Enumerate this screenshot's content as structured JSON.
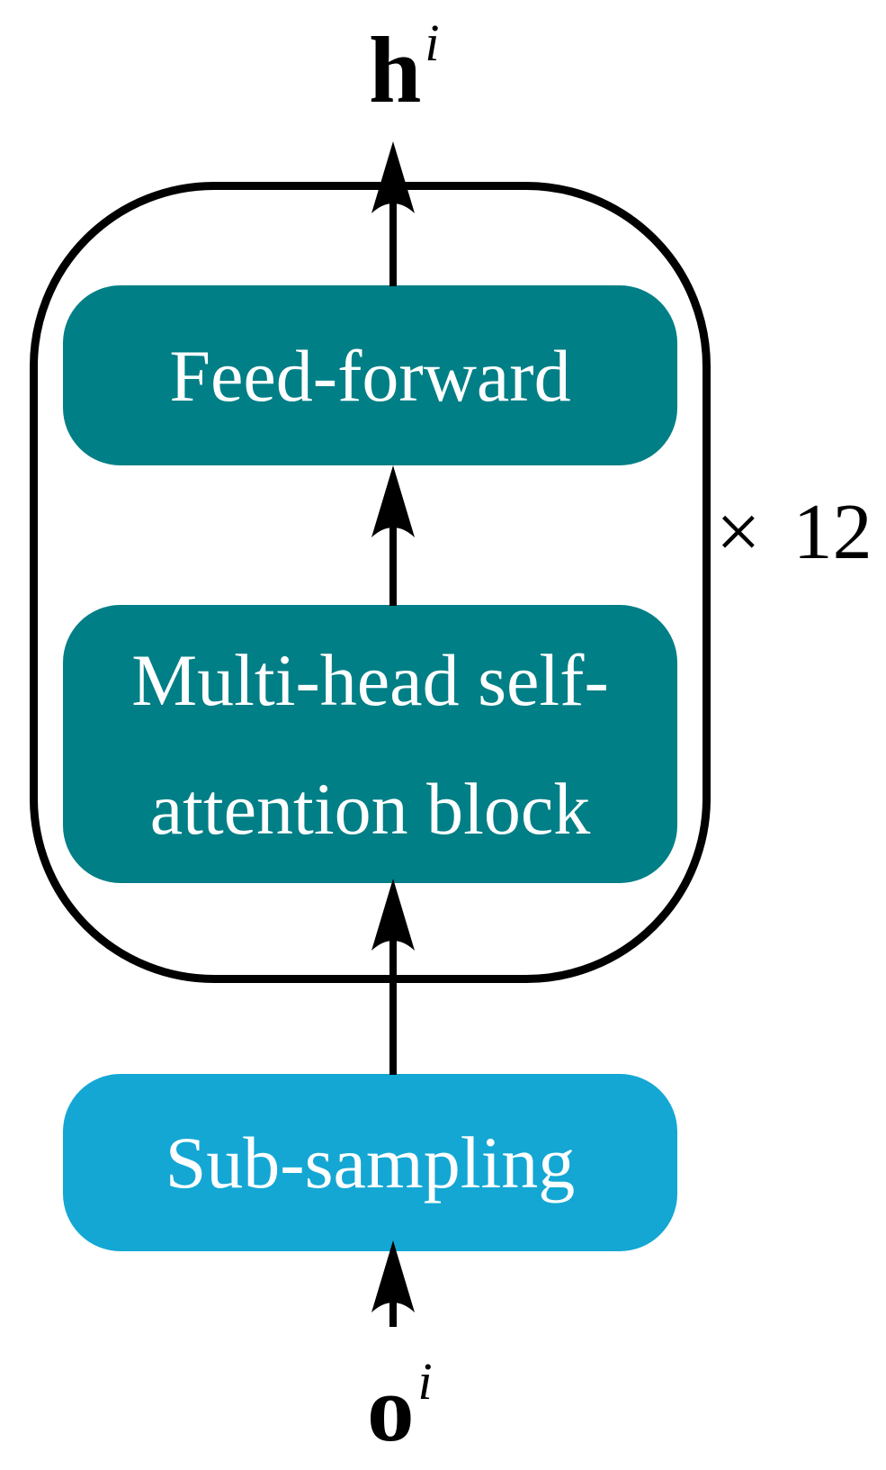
{
  "diagram_type": "neural-network-encoder-block-diagram",
  "labels": {
    "output_base": "h",
    "output_sup": "i",
    "input_base": "o",
    "input_sup": "i",
    "repeat": "× 12",
    "feed_forward": "Feed-forward",
    "attention_line1": "Multi-head self-",
    "attention_line2": "attention block",
    "subsampling": "Sub-sampling"
  },
  "colors": {
    "block_teal": "#007f86",
    "block_cyan": "#14a7d4",
    "outline": "#000000",
    "block_text": "#ffffff",
    "label_text": "#000000"
  },
  "flow": [
    "input o^i",
    "Sub-sampling",
    "Multi-head self-attention block",
    "Feed-forward",
    "output h^i"
  ],
  "loop": {
    "contains": [
      "Multi-head self-attention block",
      "Feed-forward"
    ],
    "repetitions": 12
  }
}
